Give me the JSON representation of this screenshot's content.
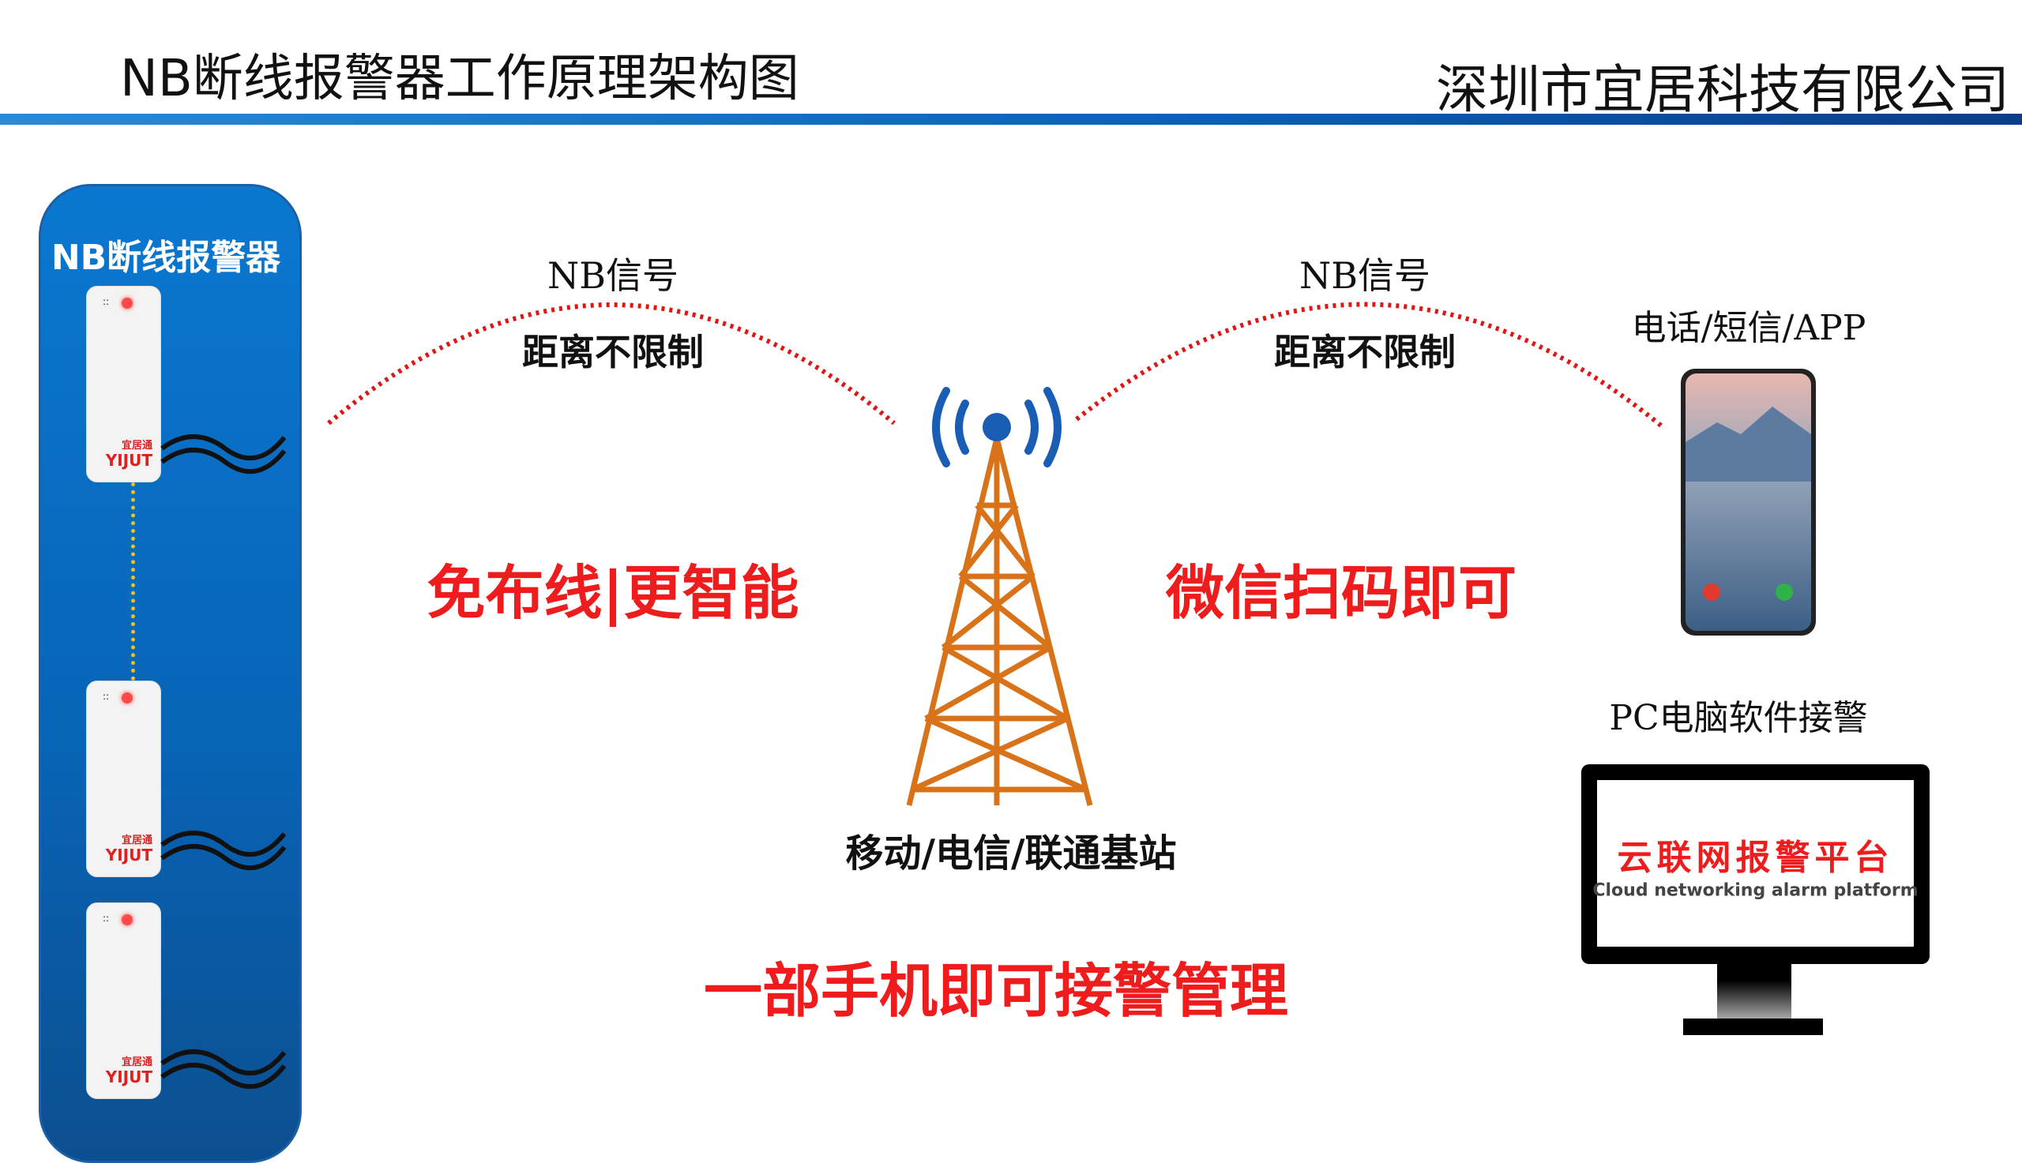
{
  "header": {
    "title": "NB断线报警器工作原理架构图",
    "company": "深圳市宜居科技有限公司"
  },
  "panel": {
    "title": "NB断线报警器",
    "devices": [
      {
        "brand_cn": "宜居通",
        "brand_en": "YIJUT"
      },
      {
        "brand_cn": "宜居通",
        "brand_en": "YIJUT"
      },
      {
        "brand_cn": "宜居通",
        "brand_en": "YIJUT"
      }
    ]
  },
  "left_link": {
    "signal": "NB信号",
    "distance": "距离不限制"
  },
  "right_link": {
    "signal": "NB信号",
    "distance": "距离不限制"
  },
  "slogans": {
    "left": "免布线|更智能",
    "right": "微信扫码即可",
    "bottom": "一部手机即可接警管理"
  },
  "tower": {
    "label": "移动/电信/联通基站"
  },
  "phone": {
    "label": "电话/短信/APP"
  },
  "pc": {
    "label": "PC电脑软件接警",
    "screen_title": "云联网报警平台",
    "screen_subtitle": "Cloud networking alarm platform"
  },
  "colors": {
    "accent_red": "#ee1c1c",
    "panel_blue": "#0a78d0",
    "tower_orange": "#d9731a"
  }
}
